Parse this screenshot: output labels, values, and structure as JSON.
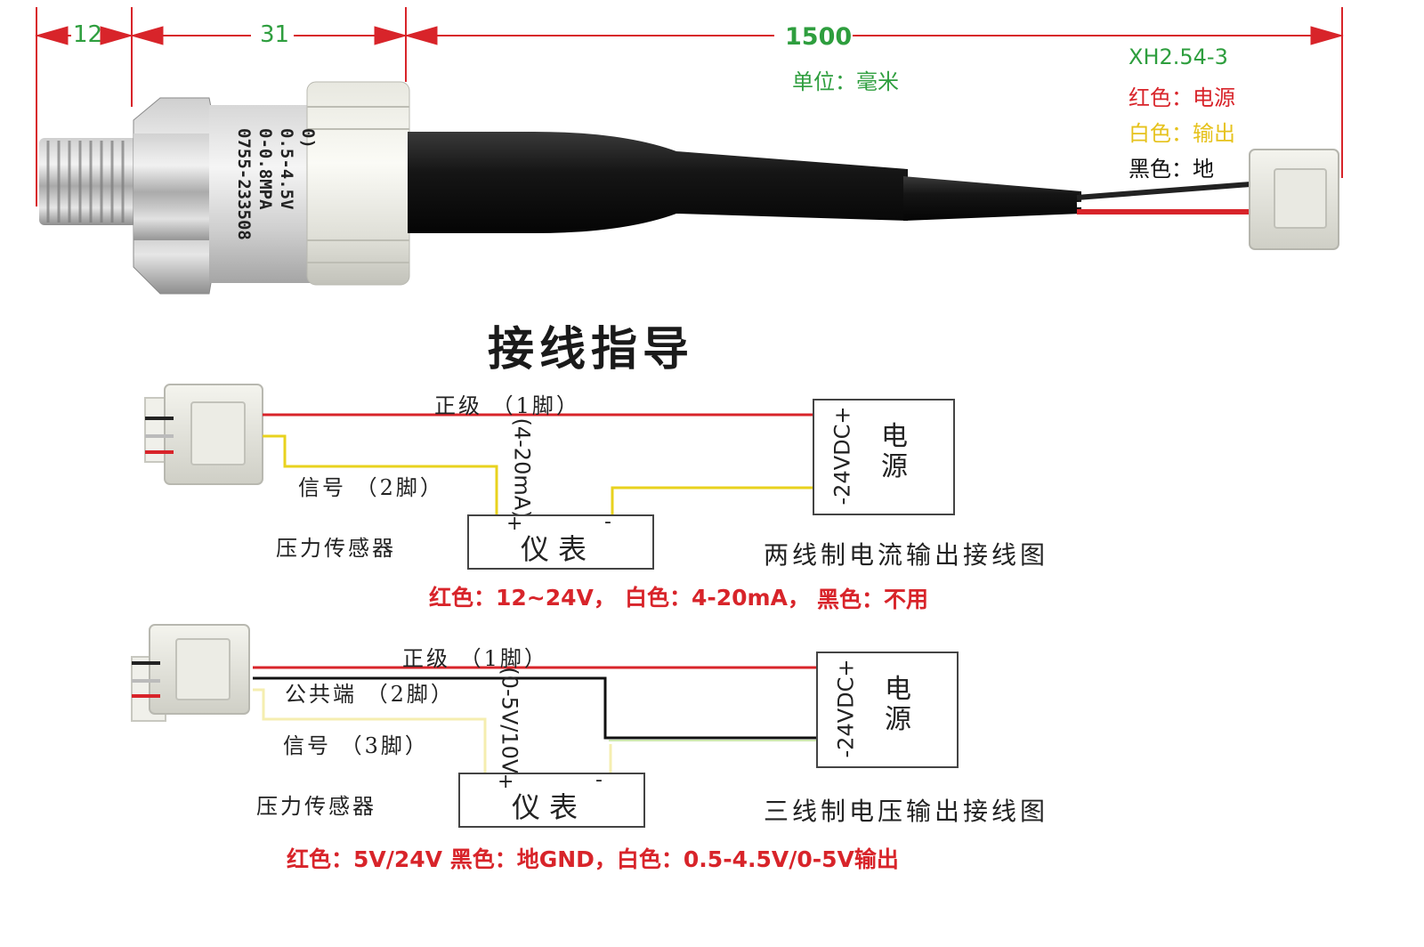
{
  "dimensions": {
    "d1": "12",
    "d2": "31",
    "d3": "1500",
    "unit": "单位：毫米"
  },
  "connector_legend": {
    "model": "XH2.54-3",
    "red": "红色：电源",
    "white": "白色：输出",
    "black": "黑色：地"
  },
  "sensor_print": {
    "line1": "0.5-4.5V",
    "line2": "0-0.8MPA",
    "line3": "0755-233508",
    "line0": "0)"
  },
  "title": "接线指导",
  "two_wire": {
    "positive": "正级 （1脚）",
    "signal": "信号 （2脚）",
    "current": "(4-20mA)",
    "sensor": "压力传感器",
    "meter": "仪表",
    "plus": "+",
    "minus": "-",
    "supply_voltage": "-24VDC+",
    "supply": "电源",
    "caption": "两线制电流输出接线图",
    "note_red": "红色：12~24V，",
    "note_white": "白色：4-20mA，",
    "note_black": "黑色：不用"
  },
  "three_wire": {
    "positive": "正级 （1脚）",
    "common": "公共端 （2脚）",
    "signal": "信号 （3脚）",
    "voltage": "(0-5V/10V)",
    "sensor": "压力传感器",
    "meter": "仪表",
    "plus": "+",
    "minus": "-",
    "supply_voltage": "-24VDC+",
    "supply": "电源",
    "caption": "三线制电压输出接线图",
    "note": "红色：5V/24V  黑色：地GND，白色：0.5-4.5V/0-5V输出"
  },
  "colors": {
    "red_wire": "#d8242a",
    "yellow_wire": "#e8d21e",
    "black_wire": "#111111",
    "dimension_red": "#d8242a",
    "label_green": "#2e9e3e"
  }
}
